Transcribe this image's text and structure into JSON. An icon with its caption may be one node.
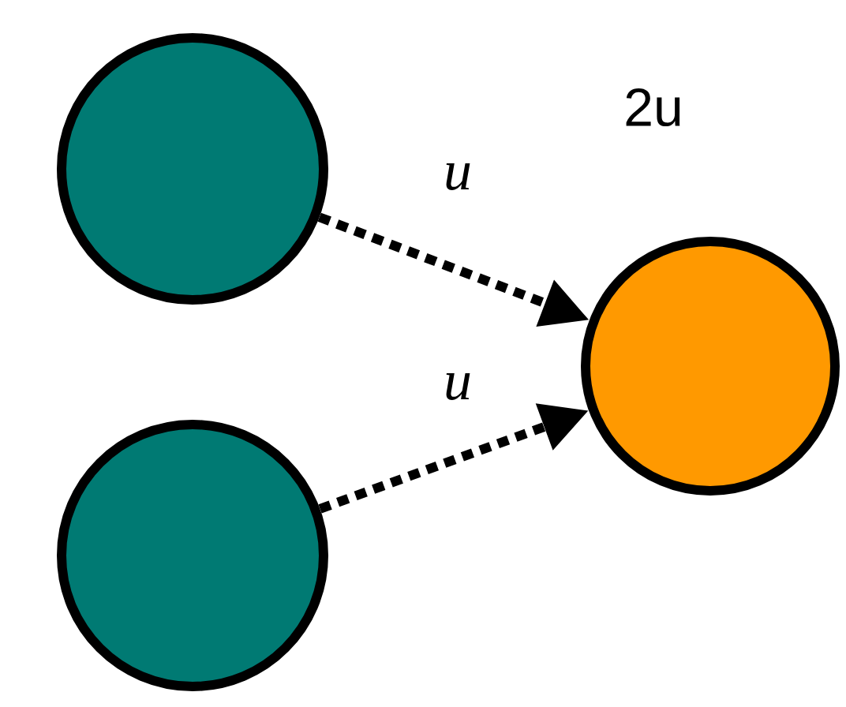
{
  "diagram": {
    "nodes": [
      {
        "text": [],
        "shape": "circle"
      },
      {
        "text": [],
        "shape": "circle"
      },
      {
        "text": [],
        "shape": "circle",
        "beside": [
          "2u"
        ]
      }
    ],
    "edges": [
      {
        "from": 0,
        "to": 2,
        "arrow": "to",
        "label": "u",
        "style": "dashed"
      },
      {
        "from": 1,
        "to": 2,
        "arrow": "to",
        "label": "u",
        "style": "dashed"
      }
    ]
  }
}
